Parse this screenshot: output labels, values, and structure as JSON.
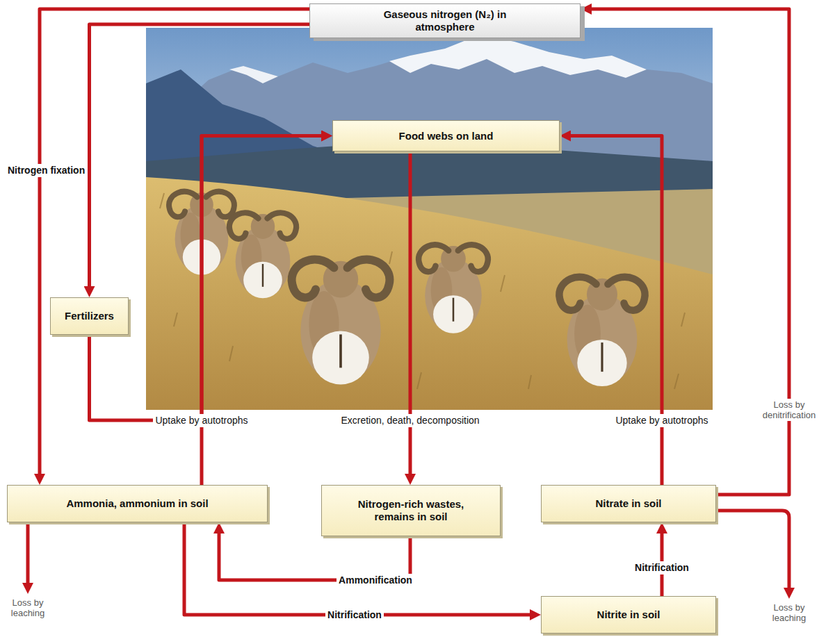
{
  "diagram": {
    "nodes": [
      {
        "text": [
          "Gaseous nitrogen (N₂) in atmosphere"
        ]
      },
      {
        "text": [
          "Food webs on land"
        ]
      },
      {
        "text": [
          "Fertilizers"
        ]
      },
      {
        "text": [
          "Ammonia, ammonium in soil"
        ]
      },
      {
        "text": [
          "Nitrogen-rich wastes, remains in soil"
        ]
      },
      {
        "text": [
          "Nitrate in soil"
        ]
      },
      {
        "text": [
          "Nitrite in soil"
        ]
      }
    ],
    "edges": [
      {
        "from": 0,
        "to": 3,
        "label": "Nitrogen fixation",
        "arrow": "to"
      },
      {
        "from": 0,
        "to": 2,
        "arrow": "to"
      },
      {
        "from": 2,
        "to": 1,
        "arrow": "to"
      },
      {
        "from": 3,
        "to": 1,
        "label": "Uptake by autotrophs",
        "arrow": "to"
      },
      {
        "from": 1,
        "to": 4,
        "label": "Excretion, death, decomposition",
        "arrow": "to"
      },
      {
        "from": 4,
        "to": 3,
        "label": "Ammonification",
        "arrow": "to"
      },
      {
        "from": 3,
        "to": 6,
        "label": "Nitrification",
        "arrow": "to"
      },
      {
        "from": 6,
        "to": 5,
        "label": "Nitrification",
        "arrow": "to"
      },
      {
        "from": 5,
        "to": 1,
        "label": "Uptake by autotrophs",
        "arrow": "to"
      },
      {
        "from": 5,
        "to": 0,
        "label": "Loss by denitrification",
        "arrow": "to"
      }
    ],
    "labels": [
      "Loss by leaching",
      "Loss by leaching"
    ]
  }
}
